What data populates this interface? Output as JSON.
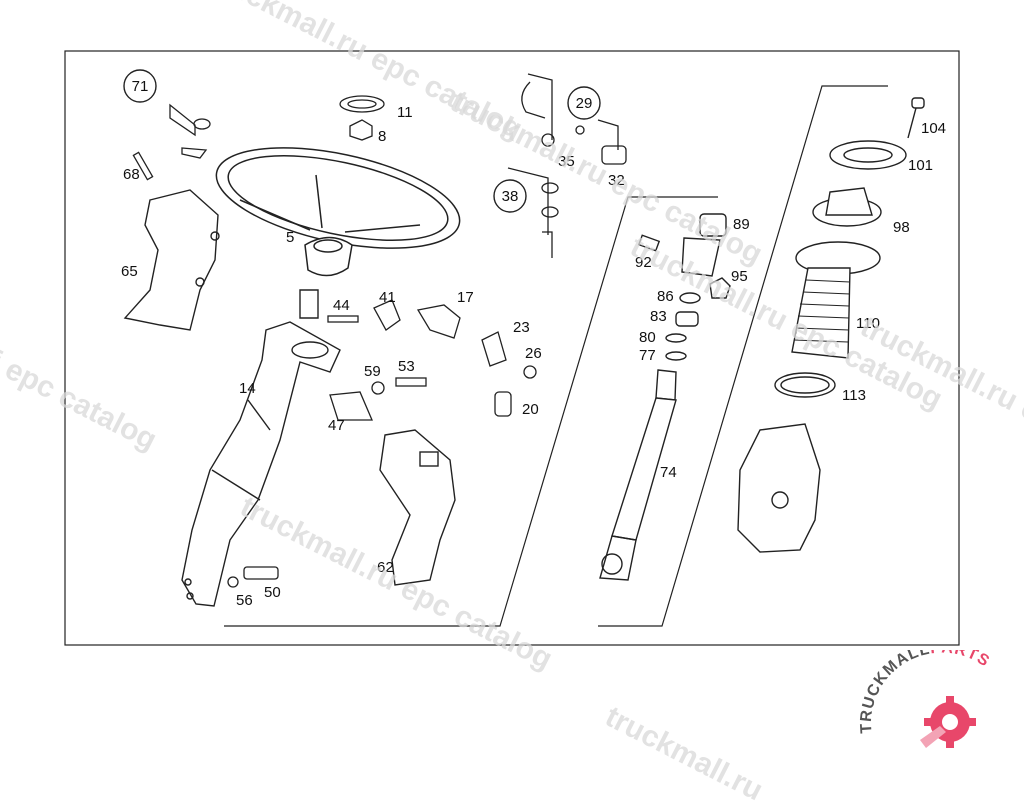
{
  "diagram": {
    "callouts_circled": [
      "71",
      "29",
      "38"
    ],
    "part_labels": [
      "11",
      "8",
      "104",
      "101",
      "35",
      "32",
      "68",
      "89",
      "98",
      "5",
      "92",
      "95",
      "65",
      "86",
      "44",
      "41",
      "17",
      "83",
      "110",
      "23",
      "80",
      "77",
      "26",
      "59",
      "53",
      "14",
      "113",
      "47",
      "20",
      "74",
      "62",
      "56",
      "50"
    ]
  },
  "watermarks": [
    "truckmall.ru epc catalog",
    "truckmall.ru epc catalog",
    "i epc catalog",
    "truckmall.ru epc catalog",
    "truckmall.ru epc catalog",
    "truckmall.ru e",
    "truckmall.ru"
  ],
  "logo": {
    "text_dark": "TRUCKMALL",
    "text_accent": "PARTS",
    "accent_color": "#e8476a",
    "icon": "gear-wrench-icon"
  }
}
